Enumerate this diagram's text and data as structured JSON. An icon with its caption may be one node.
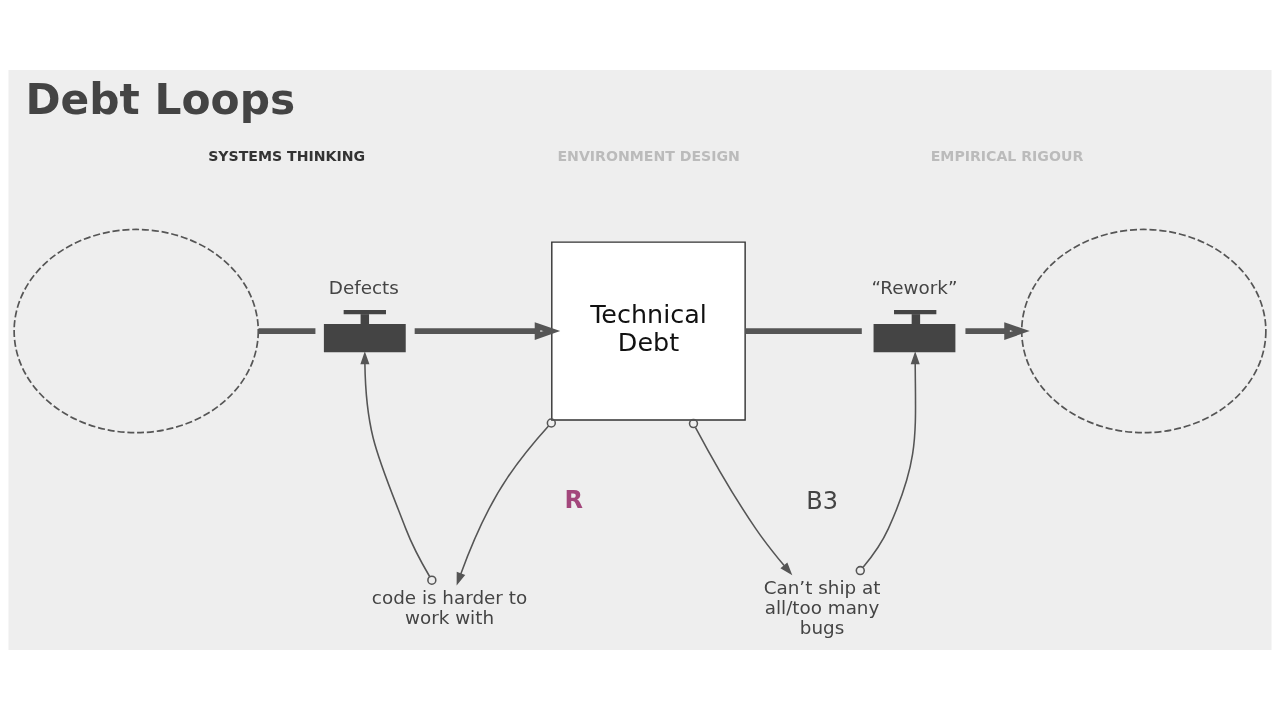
{
  "diagram": {
    "title": "Debt Loops",
    "nodes": [
      {
        "text": [],
        "shape": "cloud"
      },
      {
        "text": [
          "Defects"
        ]
      },
      {
        "text": [
          "Technical Debt"
        ]
      },
      {
        "text": [
          "“Rework”"
        ]
      },
      {
        "text": [],
        "shape": "cloud"
      },
      {
        "text": [
          "code is harder to work with"
        ]
      },
      {
        "text": [
          "Can’t ship at all/too many bugs"
        ]
      }
    ],
    "edges": [
      {
        "from": 0,
        "to": 1,
        "arrow": "none",
        "style": "thick"
      },
      {
        "from": 1,
        "to": 2,
        "arrow": "to",
        "style": "thick"
      },
      {
        "from": 2,
        "to": 3,
        "arrow": "none",
        "style": "thick"
      },
      {
        "from": 3,
        "to": 4,
        "arrow": "to",
        "style": "thick"
      },
      {
        "from": 2,
        "to": 5,
        "arrow": "to"
      },
      {
        "from": 5,
        "to": 1,
        "arrow": "to"
      },
      {
        "from": 2,
        "to": 6,
        "arrow": "to"
      },
      {
        "from": 6,
        "to": 3,
        "arrow": "to"
      }
    ],
    "labels": [
      "SYSTEMS THINKING",
      "ENVIRONMENT DESIGN",
      "EMPIRICAL RIGOUR",
      "R",
      "B3"
    ]
  }
}
